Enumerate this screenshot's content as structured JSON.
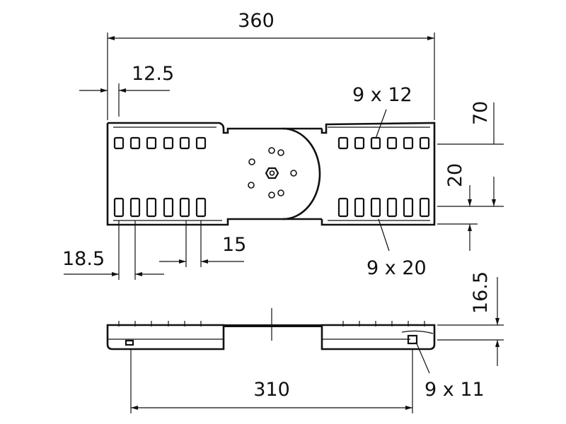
{
  "drawing": {
    "background": "#ffffff",
    "line_color": "#111111",
    "dimensions": {
      "total_length": "360",
      "end_offset": "12.5",
      "top_slot_size": "9 x 12",
      "height": "70",
      "slot_spacing_vertical": "20",
      "bottom_slot_size": "9 x 20",
      "first_slot_offset": "18.5",
      "slot_pitch": "15",
      "side_height": "16.5",
      "hole_spacing": "310",
      "side_hole_size": "9 x 11"
    }
  }
}
